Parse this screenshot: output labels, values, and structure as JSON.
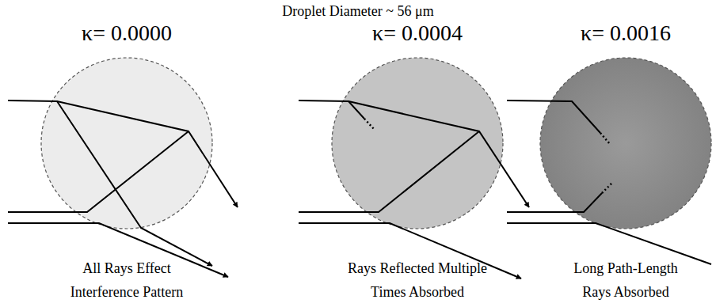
{
  "diagram": {
    "title": "Droplet Diameter ~ 56 μm",
    "nodes": [
      {
        "text": [
          "κ= 0.0000",
          "All Rays Effect Interference Pattern"
        ]
      },
      {
        "text": [
          "κ= 0.0004",
          "Rays Reflected Multiple Times Absorbed"
        ]
      },
      {
        "text": [
          "κ= 0.0016",
          "Long Path-Length Rays Absorbed"
        ]
      }
    ]
  }
}
